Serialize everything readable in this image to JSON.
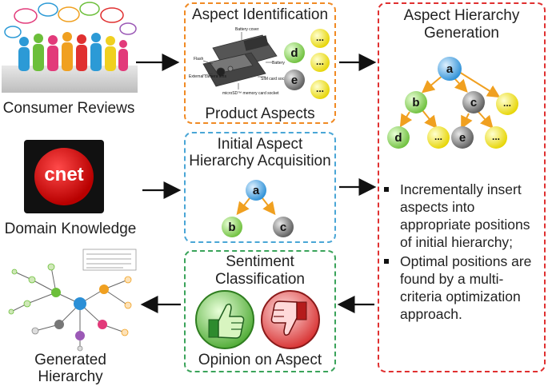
{
  "colors": {
    "orange_box": "#f08a24",
    "blue_box": "#4aa6d6",
    "green_box": "#3aa35a",
    "red_box": "#e03030",
    "node_a": "#2b8fd6",
    "node_b": "#6cbf3a",
    "node_c": "#666666",
    "node_dots": "#e6d400",
    "arrow_orange": "#f0a020"
  },
  "left": {
    "consumer_reviews": "Consumer Reviews",
    "domain_knowledge": "Domain Knowledge",
    "generated_hierarchy": "Generated Hierarchy",
    "cnet_logo_text": "cnet"
  },
  "aspect_identification": {
    "title": "Aspect Identification",
    "caption": "Product Aspects",
    "phone_labels": [
      "Battery cover",
      "Flash",
      "Battery",
      "External camera lens",
      "SIM card socket",
      "microSD™ memory card socket"
    ],
    "nodes": [
      "d",
      "e",
      "...",
      "...",
      "..."
    ]
  },
  "initial_hierarchy": {
    "title_line1": "Initial Aspect",
    "title_line2": "Hierarchy Acquisition",
    "nodes": {
      "root": "a",
      "left": "b",
      "right": "c"
    }
  },
  "sentiment": {
    "title_line1": "Sentiment",
    "title_line2": "Classification",
    "caption": "Opinion on Aspect"
  },
  "hierarchy_generation": {
    "title_line1": "Aspect Hierarchy",
    "title_line2": "Generation",
    "nodes": {
      "root": "a",
      "b": "b",
      "c": "c",
      "dots": "...",
      "d": "d",
      "e": "e"
    },
    "bullets": [
      "Incrementally insert aspects into appropriate positions of initial hierarchy;",
      "Optimal positions are found by a multi-criteria optimization approach."
    ]
  }
}
